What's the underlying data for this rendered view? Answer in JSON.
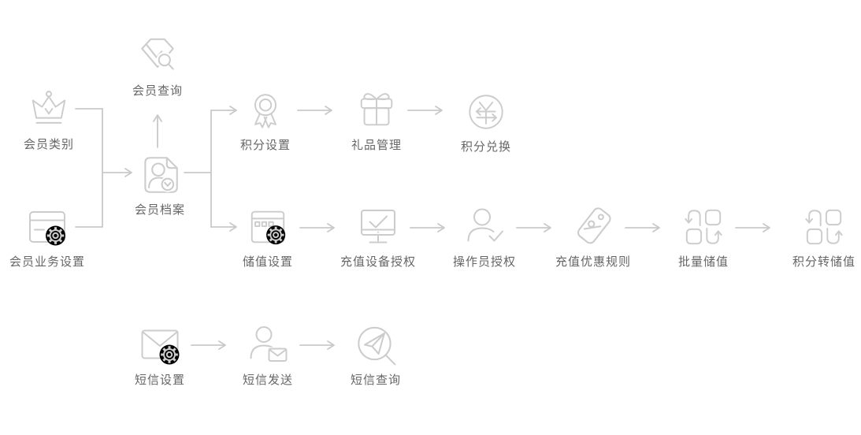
{
  "palette": {
    "background": "#ffffff",
    "icon_stroke": "#cccccc",
    "connector_stroke": "#c9c9c9",
    "label_color": "#666666"
  },
  "nodes": {
    "member_category": {
      "label": "会员类别",
      "icon": "crown-icon"
    },
    "member_business_settings": {
      "label": "会员业务设置",
      "icon": "card-gear-icon"
    },
    "member_query": {
      "label": "会员查询",
      "icon": "gem-search-icon"
    },
    "member_profile": {
      "label": "会员档案",
      "icon": "member-file-icon"
    },
    "points_settings": {
      "label": "积分设置",
      "icon": "medal-icon"
    },
    "gift_management": {
      "label": "礼品管理",
      "icon": "gift-icon"
    },
    "points_exchange": {
      "label": "积分兑换",
      "icon": "yen-exchange-icon"
    },
    "stored_value_settings": {
      "label": "储值设置",
      "icon": "window-gear-icon"
    },
    "recharge_device_auth": {
      "label": "充值设备授权",
      "icon": "monitor-check-icon"
    },
    "operator_auth": {
      "label": "操作员授权",
      "icon": "person-check-icon"
    },
    "recharge_discount_rules": {
      "label": "充值优惠规则",
      "icon": "discount-tag-icon"
    },
    "batch_stored_value": {
      "label": "批量储值",
      "icon": "transfer-blocks-icon"
    },
    "points_to_stored_value": {
      "label": "积分转储值",
      "icon": "transfer-blocks-icon"
    },
    "sms_settings": {
      "label": "短信设置",
      "icon": "mail-gear-icon"
    },
    "sms_send": {
      "label": "短信发送",
      "icon": "person-mail-icon"
    },
    "sms_query": {
      "label": "短信查询",
      "icon": "plane-search-icon"
    }
  },
  "edges": [
    {
      "from": "member_category",
      "to": "member_profile"
    },
    {
      "from": "member_business_settings",
      "to": "member_profile"
    },
    {
      "from": "member_profile",
      "to": "member_query"
    },
    {
      "from": "member_profile",
      "to": "points_settings"
    },
    {
      "from": "points_settings",
      "to": "gift_management"
    },
    {
      "from": "gift_management",
      "to": "points_exchange"
    },
    {
      "from": "member_profile",
      "to": "stored_value_settings"
    },
    {
      "from": "stored_value_settings",
      "to": "recharge_device_auth"
    },
    {
      "from": "recharge_device_auth",
      "to": "operator_auth"
    },
    {
      "from": "operator_auth",
      "to": "recharge_discount_rules"
    },
    {
      "from": "recharge_discount_rules",
      "to": "batch_stored_value"
    },
    {
      "from": "batch_stored_value",
      "to": "points_to_stored_value"
    },
    {
      "from": "sms_settings",
      "to": "sms_send"
    },
    {
      "from": "sms_send",
      "to": "sms_query"
    }
  ]
}
